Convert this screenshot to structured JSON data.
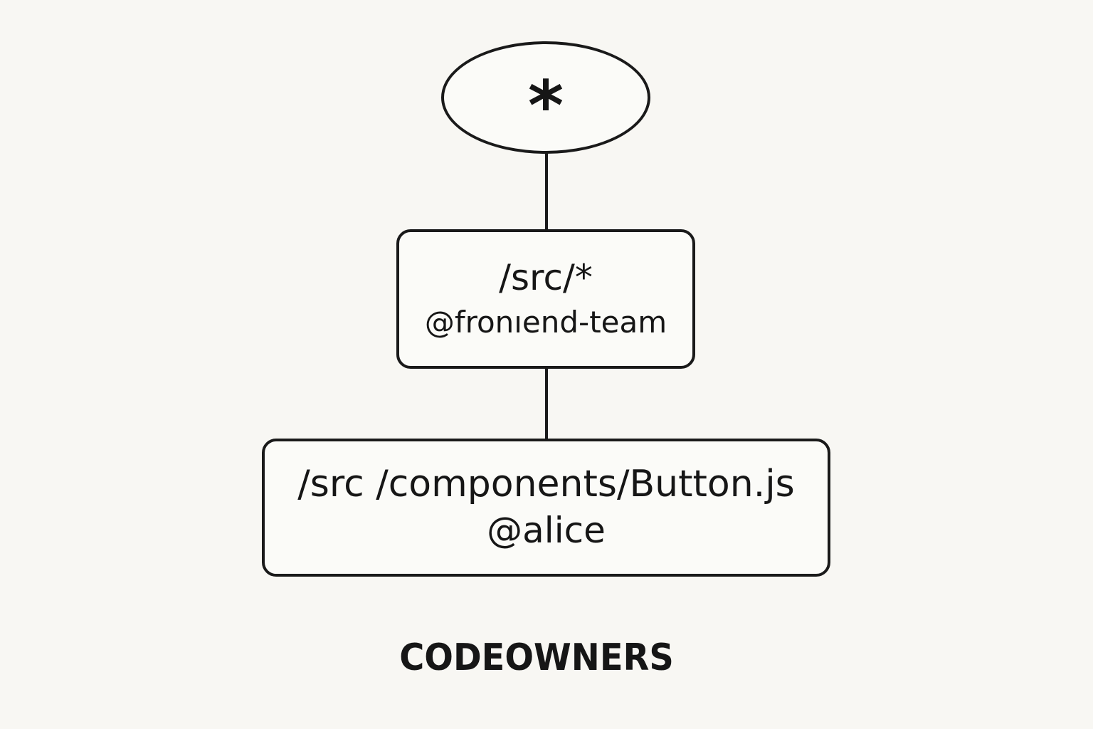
{
  "diagram": {
    "root": {
      "label": "*"
    },
    "rules": [
      {
        "path": "/src/*",
        "owner": "@fronıend-team"
      },
      {
        "path": "/src /components/Button.js",
        "owner": "@alice"
      }
    ],
    "caption": "CODEOWNERS"
  },
  "colors": {
    "background": "#f8f7f3",
    "stroke": "#1a1a1a",
    "text": "#161616"
  }
}
